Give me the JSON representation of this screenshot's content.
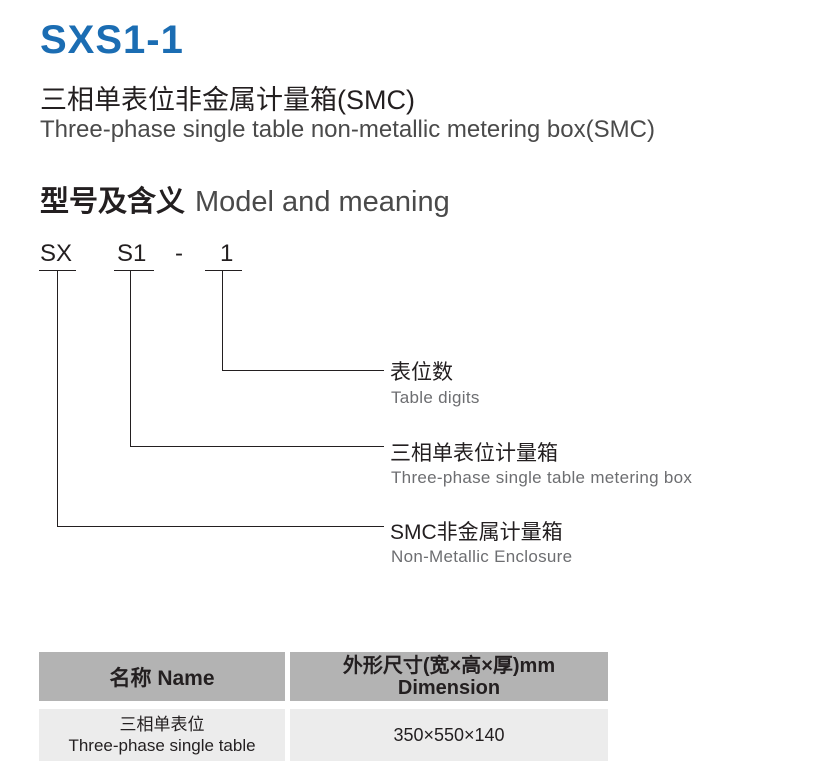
{
  "header": {
    "model_code": "SXS1-1",
    "title_cn": "三相单表位非金属计量箱(SMC)",
    "title_en": "Three-phase single table non-metallic metering box(SMC)"
  },
  "section": {
    "heading_cn": "型号及含义",
    "heading_en": "Model and meaning"
  },
  "model_code_parts": {
    "part1": "SX",
    "part2": "S1",
    "dash": "-",
    "part3": "1"
  },
  "meanings": [
    {
      "cn": "表位数",
      "en": "Table digits"
    },
    {
      "cn": "三相单表位计量箱",
      "en": "Three-phase single table metering box"
    },
    {
      "cn": "SMC非金属计量箱",
      "en": "Non-Metallic Enclosure"
    }
  ],
  "table": {
    "headers": [
      {
        "line1": "名称 Name",
        "line2": ""
      },
      {
        "line1": "外形尺寸(宽×高×厚)mm",
        "line2": "Dimension"
      }
    ],
    "rows": [
      {
        "name_cn": "三相单表位",
        "name_en": "Three-phase single table",
        "dimension": "350×550×140"
      }
    ]
  },
  "colors": {
    "model_code": "#1b6db3",
    "header_bg": "#b3b3b3",
    "row_bg": "#ececec"
  }
}
